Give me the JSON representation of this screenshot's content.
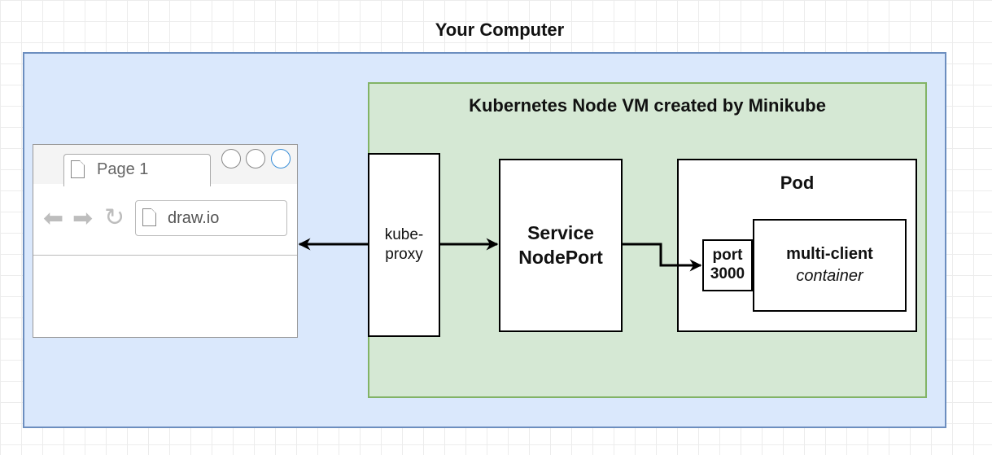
{
  "computer": {
    "title": "Your Computer",
    "fill": "#dae8fc",
    "stroke": "#6c8ebf"
  },
  "vm": {
    "title": "Kubernetes Node VM created by Minikube",
    "fill": "#d5e8d4",
    "stroke": "#82b366"
  },
  "browser": {
    "tab_label": "Page 1",
    "address": "draw.io",
    "icons": [
      "back-arrow-icon",
      "forward-arrow-icon",
      "reload-icon",
      "page-icon"
    ]
  },
  "kube_proxy": {
    "line1": "kube-",
    "line2": "proxy"
  },
  "service": {
    "line1": "Service",
    "line2": "NodePort"
  },
  "pod": {
    "title": "Pod"
  },
  "port": {
    "line1": "port",
    "line2": "3000"
  },
  "container": {
    "name": "multi-client",
    "kind": "container"
  },
  "connections": [
    {
      "from": "browser",
      "to": "kube-proxy",
      "bidirectional": true
    },
    {
      "from": "kube-proxy",
      "to": "service-nodeport"
    },
    {
      "from": "service-nodeport",
      "to": "port-3000"
    }
  ]
}
